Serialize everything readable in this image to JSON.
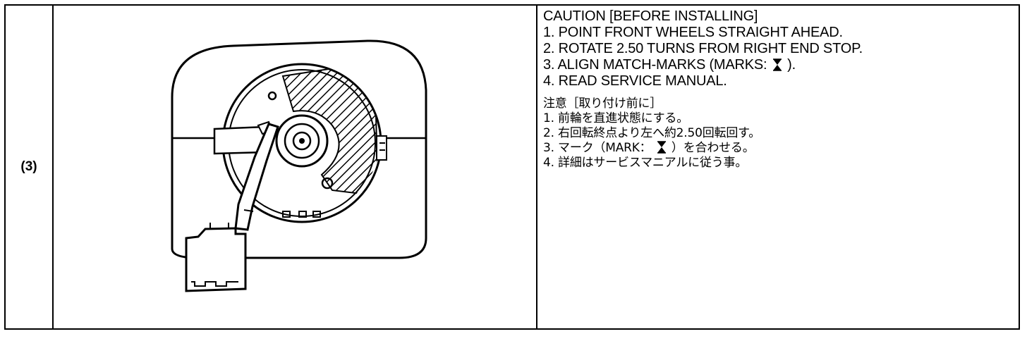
{
  "row": {
    "number": "(3)"
  },
  "caution_en": {
    "heading": "CAUTION [BEFORE INSTALLING]",
    "step1": "1. POINT FRONT WHEELS STRAIGHT AHEAD.",
    "step2": "2. ROTATE 2.50 TURNS FROM RIGHT END STOP.",
    "step3_prefix": "3. ALIGN MATCH-MARKS (MARKS:",
    "step3_suffix": ").",
    "step4": "4. READ SERVICE MANUAL."
  },
  "caution_jp": {
    "heading": "注意［取り付け前に］",
    "step1": "1.  前輪を直進状態にする。",
    "step2": "2.  右回転終点より左へ約2.50回転回す。",
    "step3_prefix": "3.  マーク（MARK：",
    "step3_suffix": "）を合わせる。",
    "step4": "4.  詳細はサービスマニアルに従う事。"
  },
  "icons": {
    "match_mark": "hourglass-mark-icon"
  }
}
